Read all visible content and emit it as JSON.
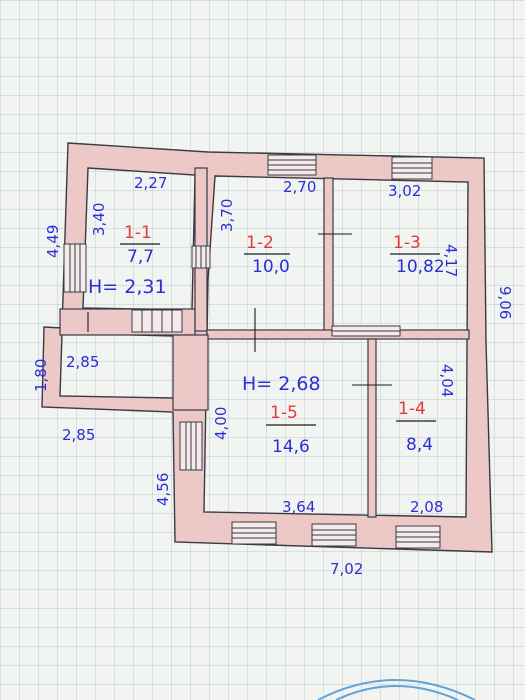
{
  "colors": {
    "wall": "#ecc9c7",
    "wall_stroke": "#3a3a44",
    "room_id": "#e23a3a",
    "blue_ink": "#2b2fd6",
    "black_ink": "#1a1a22"
  },
  "rooms": [
    {
      "id": "1-1",
      "area": "7,7"
    },
    {
      "id": "1-2",
      "area": "10,0"
    },
    {
      "id": "1-3",
      "area": "10,82"
    },
    {
      "id": "1-4",
      "area": "8,4"
    },
    {
      "id": "1-5",
      "area": "14,6"
    }
  ],
  "heights": {
    "left": "H= 2,31",
    "main": "H= 2,68"
  },
  "dimensions": {
    "d227": "2,27",
    "d270": "2,70",
    "d302": "3,02",
    "d449": "4,49",
    "d340": "3,40",
    "d370": "3,70",
    "d417": "4,17",
    "d906": "9,06",
    "d285a": "2,85",
    "d180": "1,80",
    "d285b": "2,85",
    "d404": "4,04",
    "d400": "4,00",
    "d456": "4,56",
    "d364": "3,64",
    "d208": "2,08",
    "d702": "7,02"
  }
}
